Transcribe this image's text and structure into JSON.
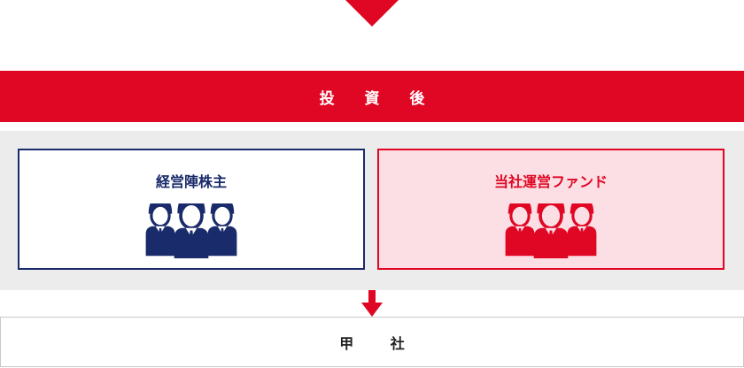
{
  "header": {
    "title": "投 資 後"
  },
  "boxes": {
    "left": {
      "title": "経営陣株主",
      "color": "#1a2b6b",
      "icon": "people-group-icon"
    },
    "right": {
      "title": "当社運営ファンド",
      "color": "#e00724",
      "icon": "people-group-icon"
    }
  },
  "footer": {
    "title": "甲 社"
  },
  "colors": {
    "accent_red": "#e00724",
    "navy": "#1a2b6b",
    "panel_gray": "#ececec",
    "pink_fill": "#fbdfe4"
  }
}
